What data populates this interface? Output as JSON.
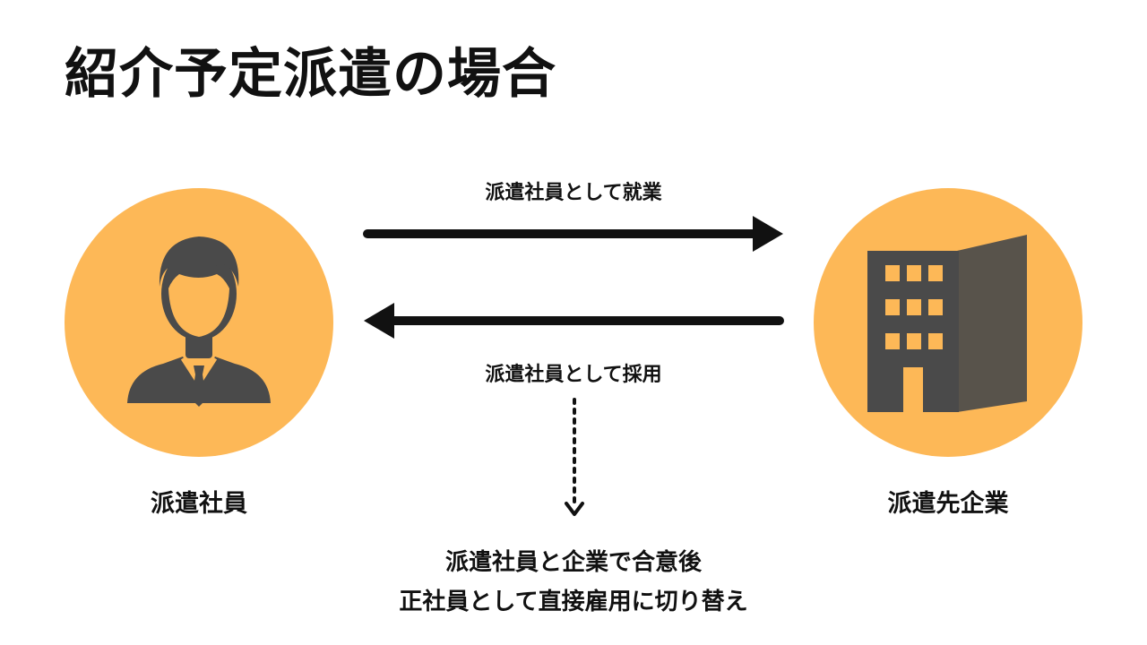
{
  "title": "紹介予定派遣の場合",
  "colors": {
    "circle": "#FDB857",
    "icon": "#4A4A4A",
    "arrow": "#111111"
  },
  "left_entity": {
    "label": "派遣社員",
    "icon": "person-icon"
  },
  "right_entity": {
    "label": "派遣先企業",
    "icon": "building-icon"
  },
  "flows": {
    "top_label": "派遣社員として就業",
    "bottom_label": "派遣社員として採用"
  },
  "note": {
    "line1": "派遣社員と企業で合意後",
    "line2": "正社員として直接雇用に切り替え"
  }
}
